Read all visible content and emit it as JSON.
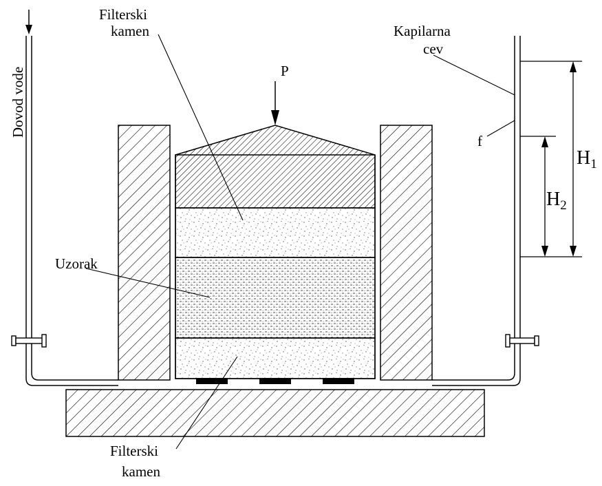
{
  "labels": {
    "water_inlet": "Dovod vode",
    "top_filter_stone_line1": "Filterski",
    "top_filter_stone_line2": "kamen",
    "load": "P",
    "capillary_line1": "Kapilarna",
    "capillary_line2": "cev",
    "f": "f",
    "h1_base": "H",
    "h1_sub": "1",
    "h2_base": "H",
    "h2_sub": "2",
    "sample": "Uzorak",
    "bottom_filter_stone_line1": "Filterski",
    "bottom_filter_stone_line2": "kamen"
  },
  "colors": {
    "line": "#000000",
    "fill": "#ffffff",
    "stone_dots": "#555555"
  }
}
